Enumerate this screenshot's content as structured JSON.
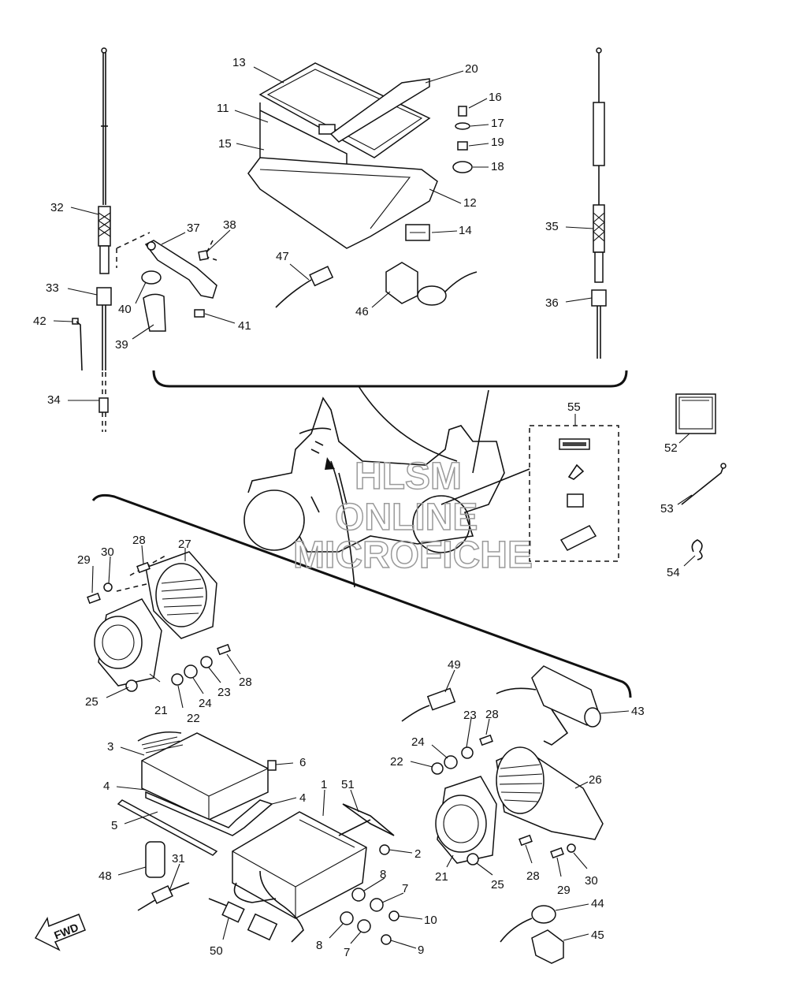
{
  "diagram": {
    "labels": [
      "1",
      "2",
      "3",
      "4",
      "4",
      "5",
      "6",
      "7",
      "7",
      "8",
      "8",
      "9",
      "10",
      "11",
      "12",
      "13",
      "14",
      "15",
      "16",
      "17",
      "18",
      "19",
      "20",
      "21",
      "21",
      "22",
      "22",
      "23",
      "23",
      "24",
      "24",
      "25",
      "25",
      "26",
      "27",
      "28",
      "28",
      "28",
      "29",
      "29",
      "30",
      "30",
      "31",
      "32",
      "33",
      "34",
      "35",
      "36",
      "37",
      "38",
      "39",
      "40",
      "41",
      "42",
      "43",
      "44",
      "45",
      "46",
      "47",
      "48",
      "49",
      "50",
      "51",
      "52",
      "53",
      "54",
      "55"
    ],
    "watermark": [
      "HLSM",
      "ONLINE",
      "MICROFICHE"
    ],
    "fwd_label": "FWD"
  }
}
